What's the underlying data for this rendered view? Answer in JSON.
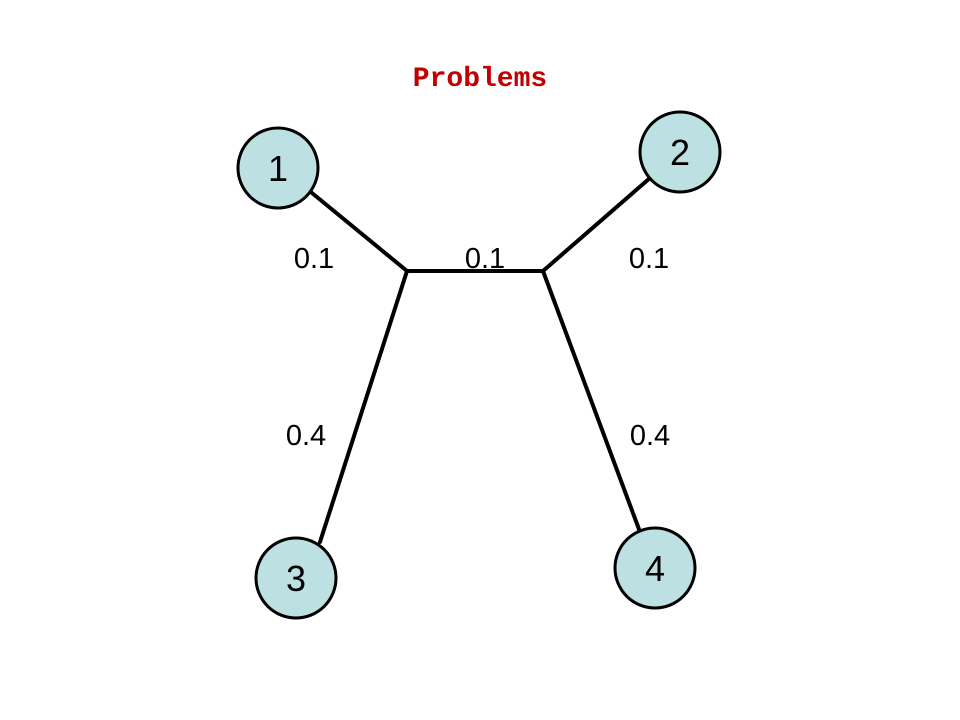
{
  "title": "Problems",
  "colors": {
    "title": "#c00000",
    "node_fill": "#bde0e3",
    "node_stroke": "#000000",
    "edge": "#000000",
    "text": "#000000"
  },
  "nodes": [
    {
      "id": "1",
      "label": "1"
    },
    {
      "id": "2",
      "label": "2"
    },
    {
      "id": "3",
      "label": "3"
    },
    {
      "id": "4",
      "label": "4"
    }
  ],
  "edges": [
    {
      "from": "1",
      "to": "A",
      "weight": "0.1"
    },
    {
      "from": "A",
      "to": "B",
      "weight": "0.1"
    },
    {
      "from": "2",
      "to": "B",
      "weight": "0.1"
    },
    {
      "from": "A",
      "to": "3",
      "weight": "0.4"
    },
    {
      "from": "B",
      "to": "4",
      "weight": "0.4"
    }
  ]
}
